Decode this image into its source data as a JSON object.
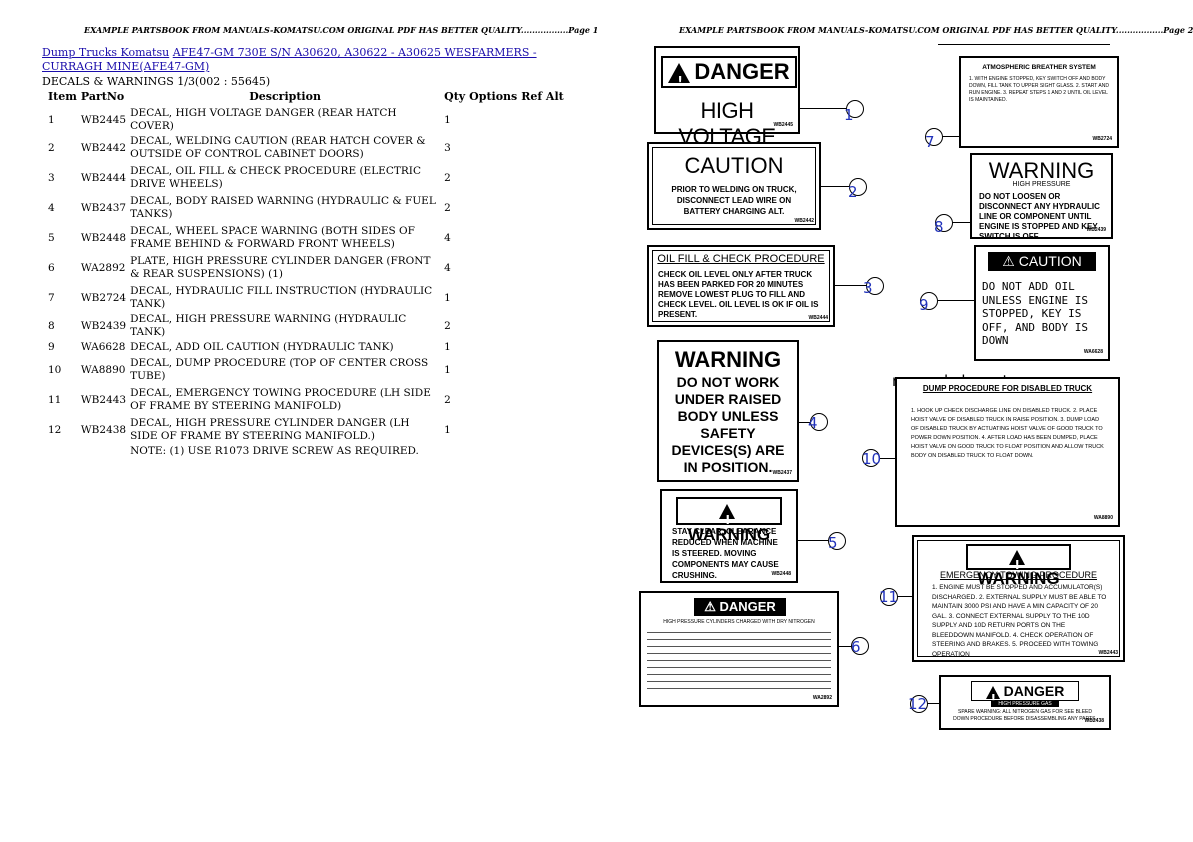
{
  "page1": {
    "header": "EXAMPLE PARTSBOOK FROM MANUALS-KOMATSU.COM ORIGINAL PDF HAS BETTER QUALITY.................Page 1",
    "breadcrumb": {
      "link1": "Dump Trucks Komatsu",
      "link2": "AFE47-GM 730E S/N A30620, A30622 - A30625 WESFARMERS - CURRAGH MINE(AFE47-GM)"
    },
    "section_title": "DECALS & WARNINGS 1/3(002 : 55645)",
    "columns": [
      "Item",
      "PartNo",
      "Description",
      "Qty",
      "Options",
      "Ref Alt"
    ],
    "rows": [
      {
        "item": "1",
        "part": "WB2445",
        "desc": "DECAL, HIGH VOLTAGE DANGER (REAR HATCH COVER)",
        "qty": "1"
      },
      {
        "item": "2",
        "part": "WB2442",
        "desc": "DECAL, WELDING CAUTION (REAR HATCH COVER & OUTSIDE OF CONTROL CABINET DOORS)",
        "qty": "3"
      },
      {
        "item": "3",
        "part": "WB2444",
        "desc": "DECAL, OIL FILL & CHECK PROCEDURE (ELECTRIC DRIVE WHEELS)",
        "qty": "2"
      },
      {
        "item": "4",
        "part": "WB2437",
        "desc": "DECAL, BODY RAISED WARNING (HYDRAULIC & FUEL TANKS)",
        "qty": "2"
      },
      {
        "item": "5",
        "part": "WB2448",
        "desc": "DECAL, WHEEL SPACE WARNING (BOTH SIDES OF FRAME BEHIND & FORWARD FRONT WHEELS)",
        "qty": "4"
      },
      {
        "item": "6",
        "part": "WA2892",
        "desc": "PLATE, HIGH PRESSURE CYLINDER DANGER (FRONT & REAR SUSPENSIONS) (1)",
        "qty": "4"
      },
      {
        "item": "7",
        "part": "WB2724",
        "desc": "DECAL, HYDRAULIC FILL INSTRUCTION (HYDRAULIC TANK)",
        "qty": "1"
      },
      {
        "item": "8",
        "part": "WB2439",
        "desc": "DECAL, HIGH PRESSURE WARNING (HYDRAULIC TANK)",
        "qty": "2"
      },
      {
        "item": "9",
        "part": "WA6628",
        "desc": "DECAL, ADD OIL CAUTION (HYDRAULIC TANK)",
        "qty": "1"
      },
      {
        "item": "10",
        "part": "WA8890",
        "desc": "DECAL, DUMP PROCEDURE (TOP OF CENTER CROSS TUBE)",
        "qty": "1"
      },
      {
        "item": "11",
        "part": "WB2443",
        "desc": "DECAL, EMERGENCY TOWING PROCEDURE (LH SIDE OF FRAME BY STEERING MANIFOLD)",
        "qty": "2"
      },
      {
        "item": "12",
        "part": "WB2438",
        "desc": "DECAL, HIGH PRESSURE CYLINDER DANGER (LH SIDE OF FRAME BY STEERING MANIFOLD.)",
        "qty": "1"
      }
    ],
    "note": "NOTE: (1) USE R1073 DRIVE SCREW AS REQUIRED."
  },
  "page2": {
    "header": "EXAMPLE PARTSBOOK FROM MANUALS-KOMATSU.COM ORIGINAL PDF HAS BETTER QUALITY.................Page 2",
    "watermark": "manuals-komatsu.com",
    "decals": {
      "d1": {
        "title": "DANGER",
        "body": "HIGH VOLTAGE",
        "code": "WB2445"
      },
      "d2": {
        "title": "CAUTION",
        "body": "PRIOR TO WELDING ON TRUCK, DISCONNECT LEAD WIRE ON BATTERY CHARGING ALT.",
        "code": "WB2442"
      },
      "d3": {
        "title": "OIL FILL & CHECK PROCEDURE",
        "body": "CHECK OIL LEVEL ONLY AFTER TRUCK HAS BEEN PARKED FOR 20 MINUTES REMOVE LOWEST PLUG TO FILL AND CHECK LEVEL. OIL LEVEL IS OK IF OIL IS PRESENT.",
        "code": "WB2444"
      },
      "d4": {
        "title": "WARNING",
        "body": "DO NOT WORK UNDER RAISED BODY UNLESS SAFETY DEVICES(S) ARE IN POSITION.",
        "code": "WB2437"
      },
      "d5": {
        "title": "WARNING",
        "body": "STAY CLEAR. CLEARANCE REDUCED WHEN MACHINE IS STEERED. MOVING COMPONENTS MAY CAUSE CRUSHING.",
        "code": "WB2448"
      },
      "d6": {
        "title": "DANGER",
        "body": "HIGH PRESSURE CYLINDERS CHARGED WITH DRY NITROGEN",
        "code": "WA2892"
      },
      "d7": {
        "title": "ATMOSPHERIC BREATHER SYSTEM",
        "body": "1. WITH ENGINE STOPPED, KEY SWITCH OFF AND BODY DOWN, FILL TANK TO UPPER SIGHT GLASS. 2. START AND RUN ENGINE. 3. REPEAT STEPS 1 AND 2 UNTIL OIL LEVEL IS MAINTAINED.",
        "code": "WB2724"
      },
      "d8": {
        "title": "WARNING",
        "sub": "HIGH PRESSURE",
        "body": "DO NOT LOOSEN OR DISCONNECT ANY HYDRAULIC LINE OR COMPONENT UNTIL ENGINE IS STOPPED AND KEY SWITCH IS OFF",
        "code": "WB2439"
      },
      "d9": {
        "title": "CAUTION",
        "body": "DO NOT ADD OIL UNLESS ENGINE IS STOPPED, KEY IS OFF, AND BODY IS DOWN",
        "code": "WA6628"
      },
      "d10": {
        "title": "DUMP PROCEDURE FOR DISABLED TRUCK",
        "body": "1. HOOK UP CHECK DISCHARGE LINE ON DISABLED TRUCK. 2. PLACE HOIST VALVE OF DISABLED TRUCK IN RAISE POSITION. 3. DUMP LOAD OF DISABLED TRUCK BY ACTUATING HOIST VALVE OF GOOD TRUCK TO POWER DOWN POSITION. 4. AFTER LOAD HAS BEEN DUMPED, PLACE HOIST VALVE ON GOOD TRUCK TO FLOAT POSITION AND ALLOW TRUCK BODY ON DISABLED TRUCK TO FLOAT DOWN.",
        "code": "WA8890"
      },
      "d11": {
        "title": "WARNING",
        "sub": "EMERGENCY TOWING PROCEDURE",
        "body": "1. ENGINE MUST BE STOPPED AND ACCUMULATOR(S) DISCHARGED. 2. EXTERNAL SUPPLY MUST BE ABLE TO MAINTAIN 3000 PSI AND HAVE A MIN CAPACITY OF 20 GAL. 3. CONNECT EXTERNAL SUPPLY TO THE 10D SUPPLY AND 10D RETURN PORTS ON THE BLEEDDOWN MANIFOLD. 4. CHECK OPERATION OF STEERING AND BRAKES. 5. PROCEED WITH TOWING OPERATION",
        "code": "WB2443"
      },
      "d12": {
        "title": "DANGER",
        "sub": "HIGH PRESSURE GAS",
        "body": "SPARE WARNING: ALL NITROGEN GAS FOR SEE BLEED DOWN PROCEDURE BEFORE DISASSEMBLING ANY PARTS.",
        "code": "WB2438"
      }
    },
    "callouts": [
      "1",
      "2",
      "3",
      "4",
      "5",
      "6",
      "7",
      "8",
      "9",
      "10",
      "11",
      "12"
    ]
  }
}
